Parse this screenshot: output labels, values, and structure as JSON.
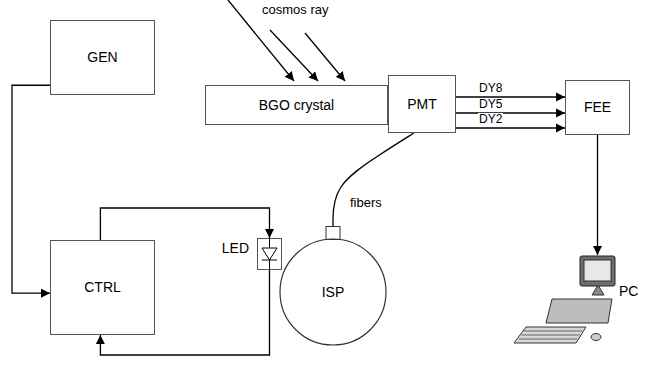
{
  "diagram": {
    "nodes": [
      {
        "text": [
          "GEN"
        ]
      },
      {
        "text": [
          "BGO crystal"
        ]
      },
      {
        "text": [
          "PMT"
        ]
      },
      {
        "text": [
          "FEE"
        ]
      },
      {
        "text": [
          "PC"
        ]
      },
      {
        "text": [
          "CTRL"
        ]
      },
      {
        "text": [
          "LED"
        ]
      },
      {
        "text": [
          "ISP"
        ]
      }
    ],
    "edges": [
      {
        "from": 0,
        "to": 5,
        "arrow": "to"
      },
      {
        "from": 5,
        "to": 6,
        "arrow": "to"
      },
      {
        "from": 6,
        "to": 5,
        "arrow": "to"
      },
      {
        "from": 7,
        "to": 2,
        "label": "fibers",
        "arrow": "none"
      },
      {
        "from": 2,
        "to": 3,
        "label": "DY8",
        "arrow": "to"
      },
      {
        "from": 2,
        "to": 3,
        "label": "DY5",
        "arrow": "to"
      },
      {
        "from": 2,
        "to": 3,
        "label": "DY2",
        "arrow": "to"
      },
      {
        "from": 3,
        "to": 4,
        "arrow": "to"
      }
    ],
    "labels": [
      "cosmos ray"
    ]
  }
}
